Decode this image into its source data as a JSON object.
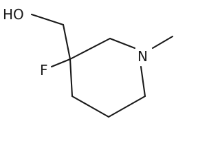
{
  "molecule": {
    "atoms": {
      "hydroxyl": "HO",
      "fluorine": "F",
      "nitrogen": "N"
    }
  }
}
